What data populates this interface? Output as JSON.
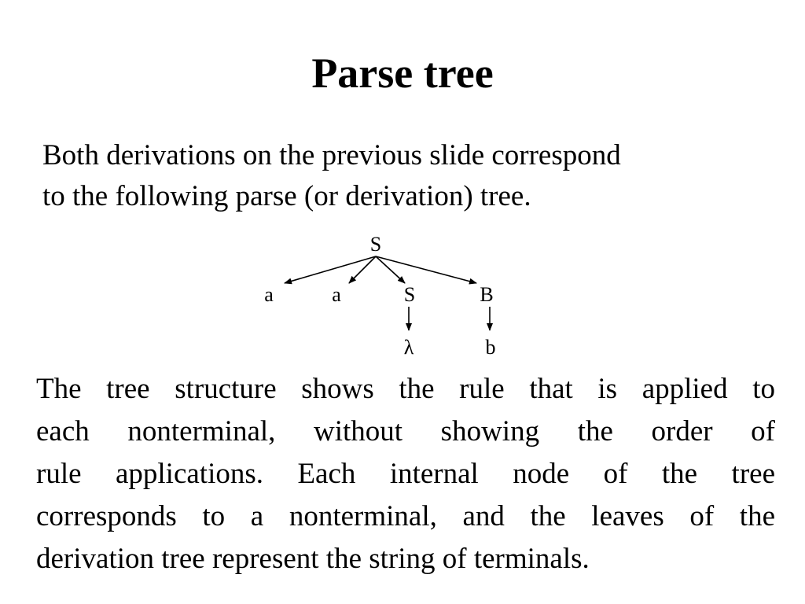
{
  "slide": {
    "title": "Parse tree",
    "intro_lines": [
      "Both derivations on the previous slide correspond",
      "to the following parse (or derivation) tree."
    ],
    "tree": {
      "root": "S",
      "children": [
        "a",
        "a",
        "S",
        "B"
      ],
      "grandchildren": [
        "λ",
        "b"
      ]
    },
    "body_lines": [
      "The tree structure shows the rule that is applied to",
      "each nonterminal, without showing the order of",
      "rule applications.  Each internal node of the tree",
      "corresponds to a nonterminal, and the leaves of the",
      "derivation tree represent the string of terminals."
    ]
  }
}
